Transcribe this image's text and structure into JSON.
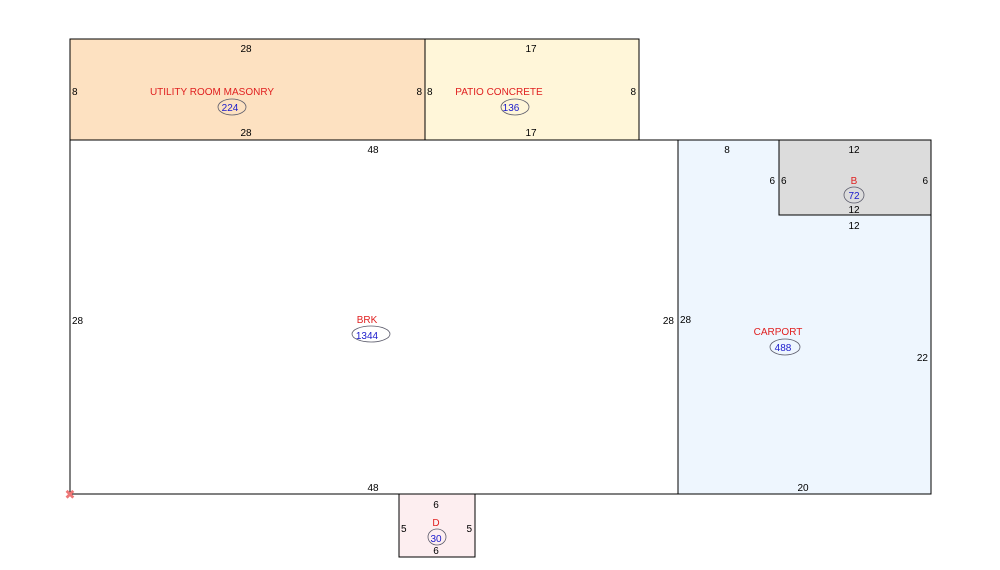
{
  "colors": {
    "label": "#e02020",
    "area": "#1a1acc",
    "stroke": "#000000",
    "marker": "#ee7777"
  },
  "marker": {
    "icon": "origin-x-icon",
    "glyph": "✖"
  },
  "rooms": [
    {
      "id": "utility-room-masonry",
      "label": "UTILITY ROOM MASONRY",
      "area": "224",
      "fill": "#fde1c1",
      "dims": {
        "top": "28",
        "bottom": "28",
        "left": "8",
        "right": "8"
      }
    },
    {
      "id": "patio-concrete",
      "label": "PATIO CONCRETE",
      "area": "136",
      "fill": "#fff6d9",
      "dims": {
        "top": "17",
        "bottom": "17",
        "left": "8",
        "right": "8"
      }
    },
    {
      "id": "brk",
      "label": "BRK",
      "area": "1344",
      "fill": "#ffffff",
      "dims": {
        "top": "48",
        "bottom": "48",
        "left": "28",
        "right": "28"
      }
    },
    {
      "id": "carport",
      "label": "CARPORT",
      "area": "488",
      "fill": "#eef6fe",
      "dims": {
        "top": "8",
        "bottom": "20",
        "left": "28",
        "right": "22",
        "inner_top": "12"
      }
    },
    {
      "id": "b",
      "label": "B",
      "area": "72",
      "fill": "#dcdcdc",
      "dims": {
        "top": "12",
        "bottom": "12",
        "left": "6",
        "right": "6",
        "outer_left": "6"
      }
    },
    {
      "id": "d",
      "label": "D",
      "area": "30",
      "fill": "#fdeef0",
      "dims": {
        "top": "6",
        "bottom": "6",
        "left": "5",
        "right": "5"
      }
    }
  ]
}
